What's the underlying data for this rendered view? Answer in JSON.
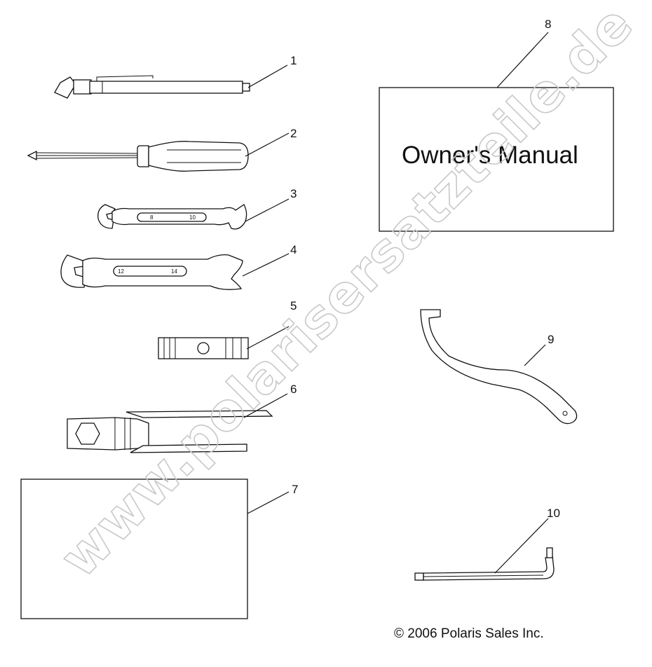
{
  "callouts": [
    "1",
    "2",
    "3",
    "4",
    "5",
    "6",
    "7",
    "8",
    "9",
    "10"
  ],
  "wrench_small": {
    "left_size": "8",
    "right_size": "10"
  },
  "wrench_large": {
    "left_size": "12",
    "right_size": "14"
  },
  "manual": {
    "title": "Owner's Manual"
  },
  "watermark": "www.polarisersatzteile.de",
  "copyright": "© 2006 Polaris Sales Inc.",
  "icons": {
    "1": "tire-pressure-gauge-icon",
    "2": "screwdriver-icon",
    "3": "open-end-wrench-8-10-icon",
    "4": "open-end-wrench-12-14-icon",
    "5": "spark-plug-socket-icon",
    "6": "ratchet-handle-icon",
    "7": "tool-pouch-icon",
    "8": "owners-manual-icon",
    "9": "spanner-wrench-icon",
    "10": "hex-key-icon"
  }
}
